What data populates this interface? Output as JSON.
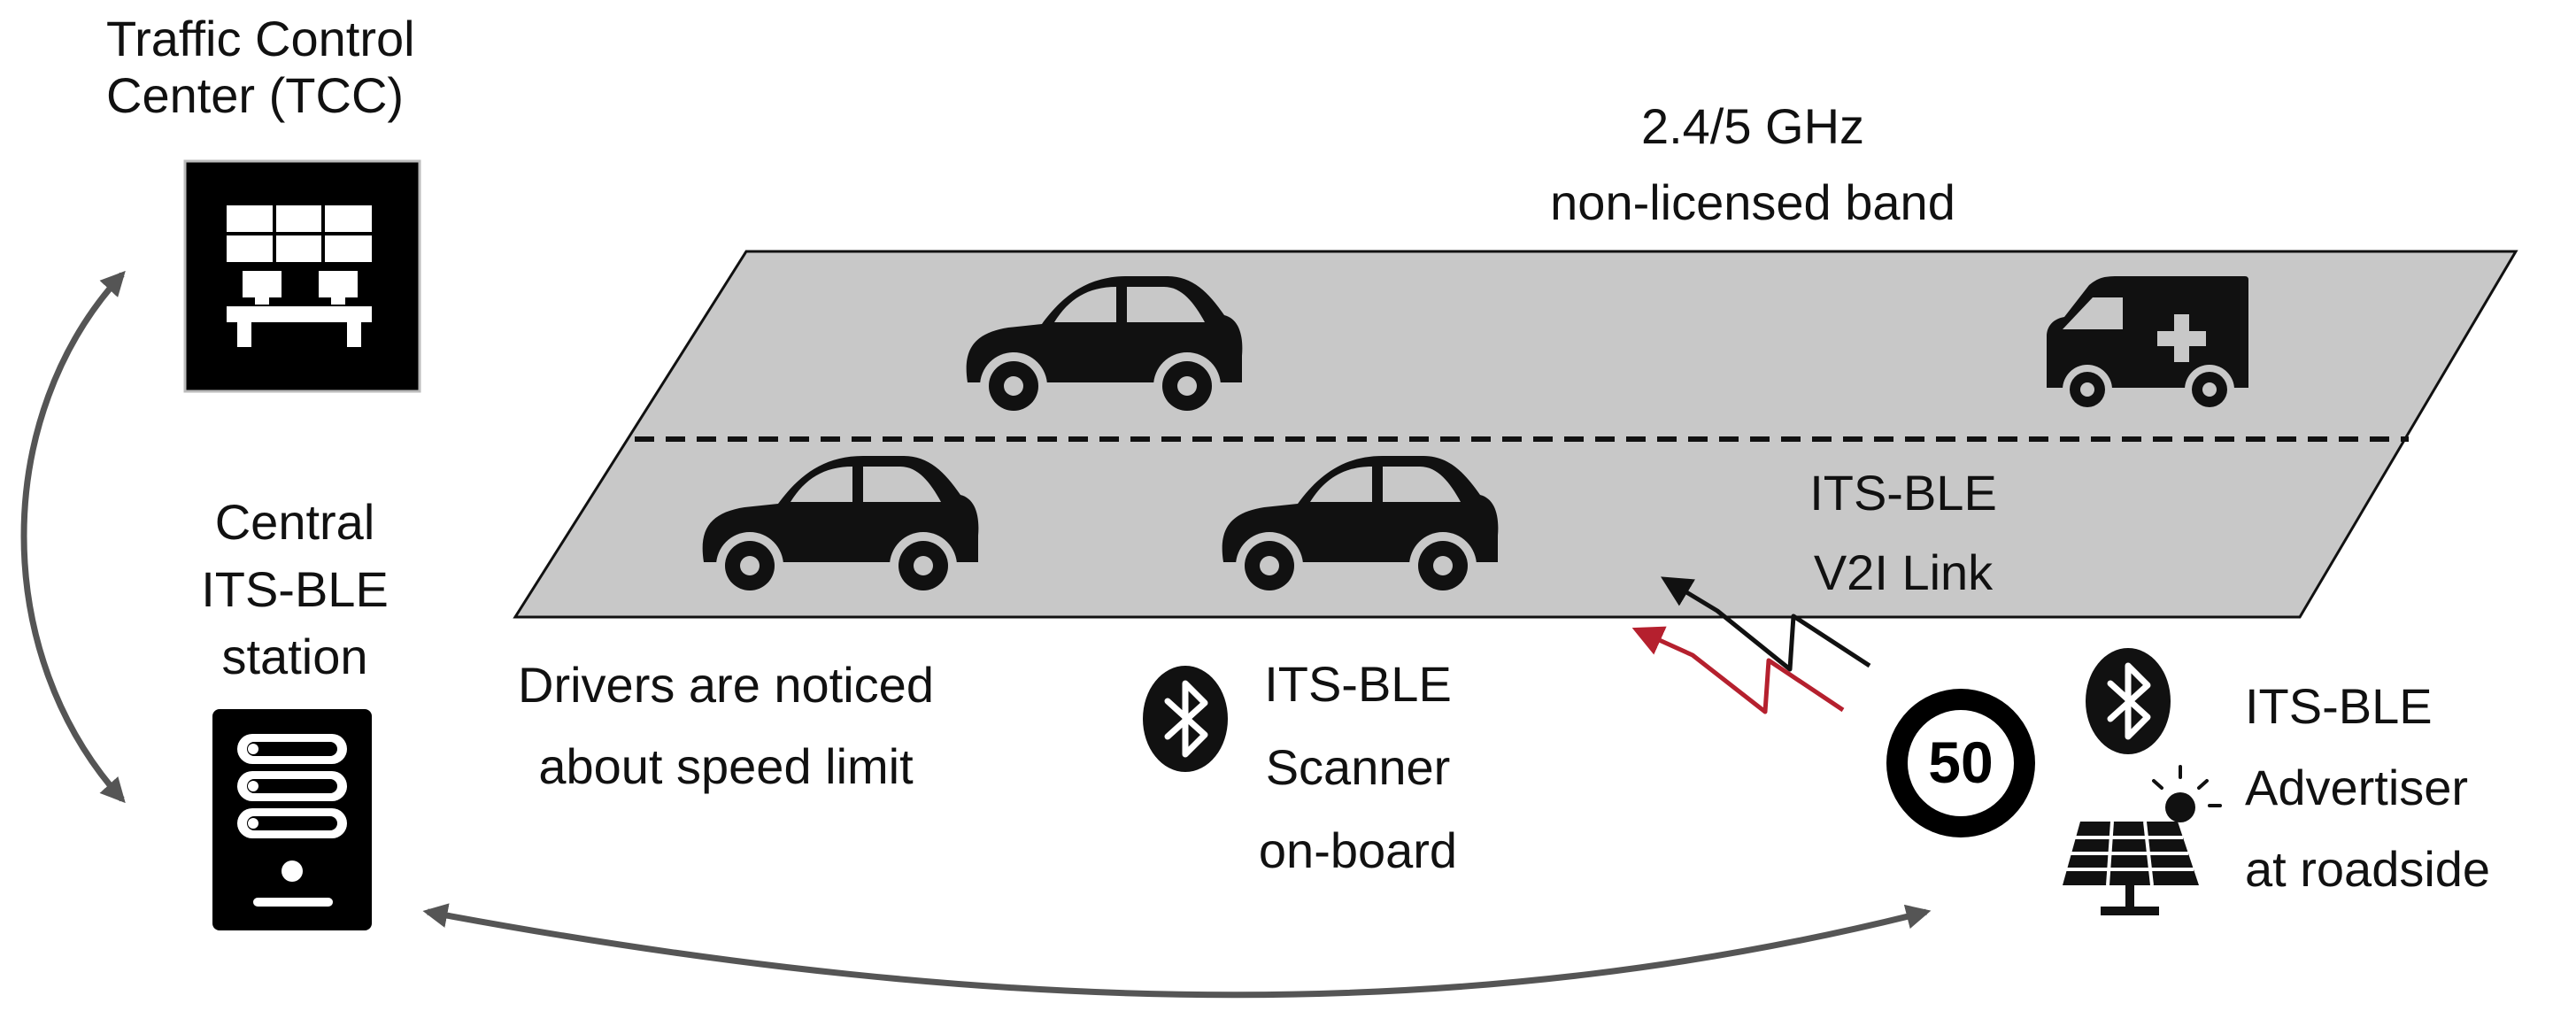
{
  "tcc": {
    "line1": "Traffic Control",
    "line2": "Center (TCC)",
    "icon": "control-room-icon"
  },
  "central": {
    "line1": "Central",
    "line2": "ITS-BLE",
    "line3": "station",
    "icon": "server-icon"
  },
  "band": {
    "line1": "2.4/5 GHz",
    "line2": "non-licensed band"
  },
  "link": {
    "line1": "ITS-BLE",
    "line2": "V2I Link"
  },
  "drivers": {
    "line1": "Drivers are noticed",
    "line2": "about speed limit"
  },
  "scanner": {
    "line1": "ITS-BLE",
    "line2": "Scanner",
    "line3": "on-board",
    "icon": "bluetooth-icon"
  },
  "advertiser": {
    "line1": "ITS-BLE",
    "line2": "Advertiser",
    "line3": "at roadside",
    "icon": "bluetooth-icon"
  },
  "speed_sign": {
    "value": "50",
    "icon": "speed-limit-sign-icon"
  },
  "solar": {
    "icon": "solar-panel-icon"
  },
  "vehicles": [
    "car-icon",
    "car-icon",
    "car-icon",
    "ambulance-icon"
  ],
  "colors": {
    "road": "#c8c8c8",
    "arrow": "#555555",
    "signal_dark": "#111111",
    "signal_red": "#b5202e"
  }
}
